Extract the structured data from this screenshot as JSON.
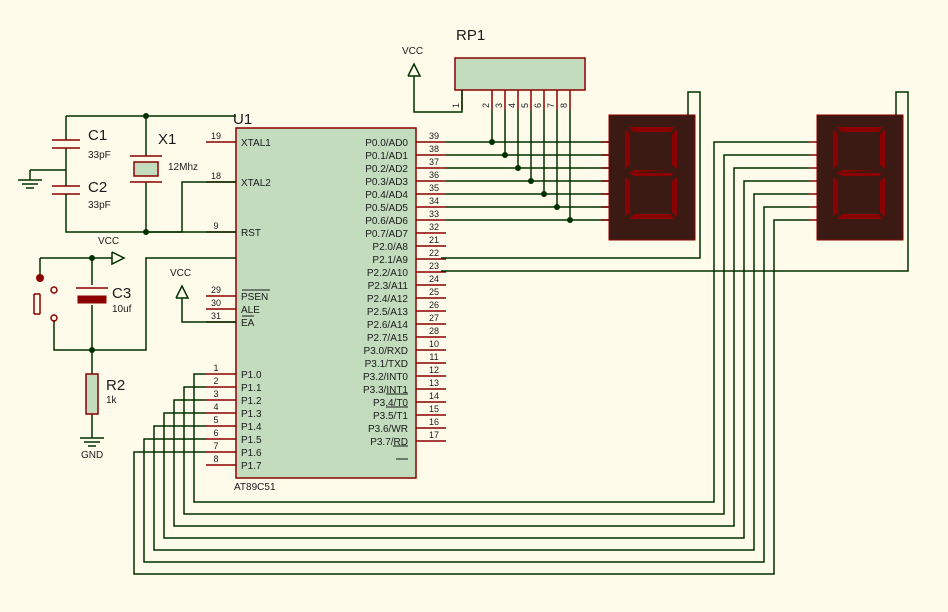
{
  "mcu": {
    "ref": "U1",
    "part": "AT89C51",
    "left_pins": [
      {
        "num": "19",
        "name": "XTAL1"
      },
      {
        "num": "18",
        "name": "XTAL2"
      },
      {
        "num": "9",
        "name": "RST"
      },
      {
        "num": "29",
        "name": "PSEN"
      },
      {
        "num": "30",
        "name": "ALE"
      },
      {
        "num": "31",
        "name": "EA"
      },
      {
        "num": "1",
        "name": "P1.0"
      },
      {
        "num": "2",
        "name": "P1.1"
      },
      {
        "num": "3",
        "name": "P1.2"
      },
      {
        "num": "4",
        "name": "P1.3"
      },
      {
        "num": "5",
        "name": "P1.4"
      },
      {
        "num": "6",
        "name": "P1.5"
      },
      {
        "num": "7",
        "name": "P1.6"
      },
      {
        "num": "8",
        "name": "P1.7"
      }
    ],
    "right_pins": [
      {
        "num": "39",
        "name": "P0.0/AD0"
      },
      {
        "num": "38",
        "name": "P0.1/AD1"
      },
      {
        "num": "37",
        "name": "P0.2/AD2"
      },
      {
        "num": "36",
        "name": "P0.3/AD3"
      },
      {
        "num": "35",
        "name": "P0.4/AD4"
      },
      {
        "num": "34",
        "name": "P0.5/AD5"
      },
      {
        "num": "33",
        "name": "P0.6/AD6"
      },
      {
        "num": "32",
        "name": "P0.7/AD7"
      },
      {
        "num": "21",
        "name": "P2.0/A8"
      },
      {
        "num": "22",
        "name": "P2.1/A9"
      },
      {
        "num": "23",
        "name": "P2.2/A10"
      },
      {
        "num": "24",
        "name": "P2.3/A11"
      },
      {
        "num": "25",
        "name": "P2.4/A12"
      },
      {
        "num": "26",
        "name": "P2.5/A13"
      },
      {
        "num": "27",
        "name": "P2.6/A14"
      },
      {
        "num": "28",
        "name": "P2.7/A15"
      },
      {
        "num": "10",
        "name": "P3.0/RXD"
      },
      {
        "num": "11",
        "name": "P3.1/TXD"
      },
      {
        "num": "12",
        "name": "P3.2/INT0"
      },
      {
        "num": "13",
        "name": "P3.3/INT1"
      },
      {
        "num": "14",
        "name": "P3.4/T0"
      },
      {
        "num": "15",
        "name": "P3.5/T1"
      },
      {
        "num": "16",
        "name": "P3.6/WR"
      },
      {
        "num": "17",
        "name": "P3.7/RD"
      }
    ]
  },
  "resistor_pack": {
    "ref": "RP1",
    "pins": [
      "1",
      "2",
      "3",
      "4",
      "5",
      "6",
      "7",
      "8"
    ]
  },
  "components": {
    "c1_ref": "C1",
    "c1_value": "33pF",
    "c2_ref": "C2",
    "c2_value": "33pF",
    "x1_ref": "X1",
    "x1_value": "12Mhz",
    "c3_ref": "C3",
    "c3_value": "10uf",
    "r2_ref": "R2",
    "r2_value": "1k"
  },
  "power": {
    "vcc_label": "VCC",
    "gnd_label": "GND"
  },
  "colors": {
    "background": "#fffbeb",
    "wire": "#003000",
    "component_outline": "#8b0000",
    "component_fill": "#c3dcbe",
    "display_body": "#3a1a12",
    "segment": "#8b0000"
  }
}
